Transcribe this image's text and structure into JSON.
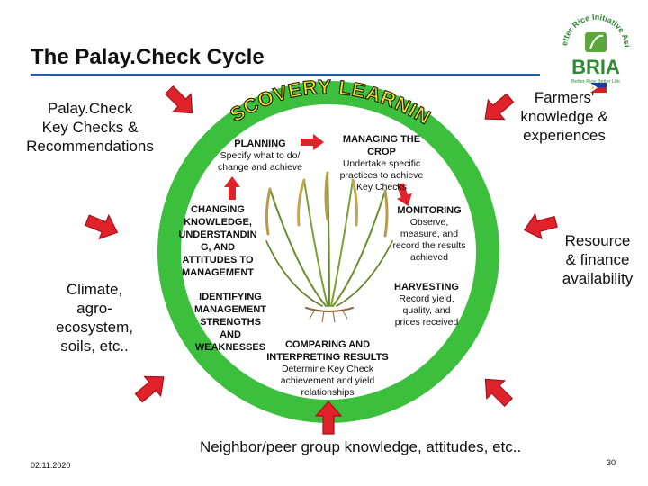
{
  "title": "The Palay.Check Cycle",
  "logo": {
    "arc_text": "Better Rice Initiative Asia",
    "name": "BRIA",
    "tagline": "Better Rice Better Life"
  },
  "left_top": [
    "Palay.Check",
    "Key Checks &",
    "Recommendations"
  ],
  "left_bottom": [
    "Climate,",
    "agro-",
    "ecosystem,",
    "soils, etc.."
  ],
  "right_top": [
    "Farmers'",
    "knowledge &",
    "experiences"
  ],
  "right_mid": [
    "Resource",
    "& finance",
    "availability"
  ],
  "bottom_text": "Neighbor/peer group knowledge, attitudes, etc..",
  "arc_title": "DISCOVERY LEARNING",
  "steps": {
    "planning": {
      "title": "PLANNING",
      "desc": [
        "Specify what to do/",
        "change and achieve"
      ]
    },
    "managing": {
      "title": [
        "MANAGING THE",
        "CROP"
      ],
      "desc": [
        "Undertake specific",
        "practices to achieve",
        "Key Checks"
      ]
    },
    "monitoring": {
      "title": "MONITORING",
      "desc": [
        "Observe,",
        "measure, and",
        "record the results",
        "achieved"
      ]
    },
    "harvesting": {
      "title": "HARVESTING",
      "desc": [
        "Record yield,",
        "quality, and",
        "prices received"
      ]
    },
    "comparing": {
      "title": [
        "COMPARING AND",
        "INTERPRETING RESULTS"
      ],
      "desc": [
        "Determine Key Check",
        "achievement and yield",
        "relationships"
      ]
    },
    "identifying": {
      "title": [
        "IDENTIFYING",
        "MANAGEMENT",
        "STRENGTHS",
        "AND",
        "WEAKNESSES"
      ]
    },
    "changing": {
      "title": [
        "CHANGING",
        "KNOWLEDGE,",
        "UNDERSTANDIN",
        "G, AND",
        "ATTITUDES TO",
        "MANAGEMENT"
      ]
    }
  },
  "footer": {
    "date": "02.11.2020",
    "page": "30"
  },
  "colors": {
    "ring": "#3cbf3c",
    "arrow": "#e0232b",
    "arrow_dark": "#a5101a",
    "arc_text": "#f4e21a",
    "title_rule": "#1d5fa8",
    "logo_green": "#2f8a35"
  },
  "icons": {
    "arrows": "red-arrow-icon",
    "plant": "rice-plant-icon",
    "flag": "philippines-flag-icon"
  }
}
